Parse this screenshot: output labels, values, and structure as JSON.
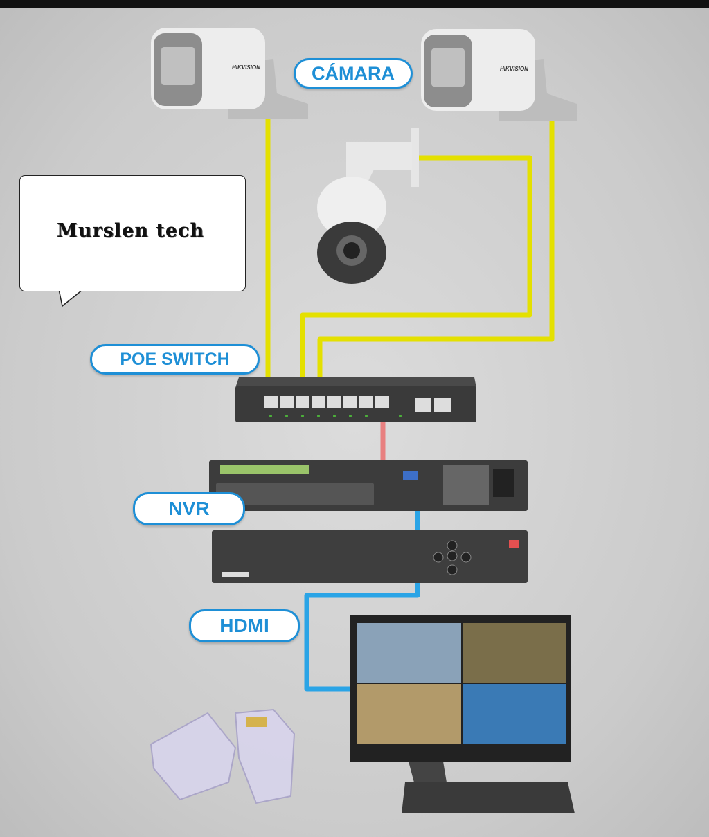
{
  "labels": {
    "camera": "CÁMARA",
    "poe_switch": "POE SWITCH",
    "nvr": "NVR",
    "hdmi": "HDMI"
  },
  "callout": {
    "text": "Murslen tech"
  },
  "camera_brand": "HIKVISION",
  "colors": {
    "poe_cable": "#e4e000",
    "link_cable": "#e88080",
    "hdmi_cable": "#2aa4e6",
    "label_accent": "#1e8fd6"
  }
}
